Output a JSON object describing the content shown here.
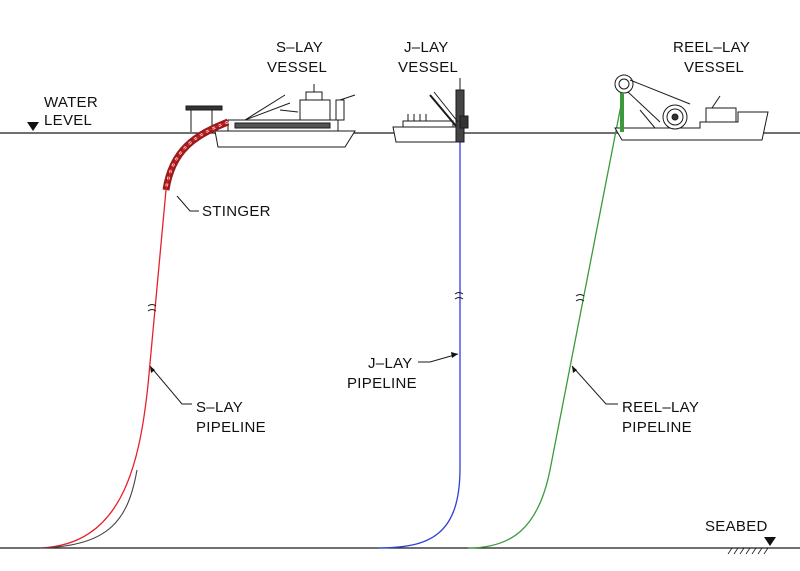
{
  "labels": {
    "water_level": [
      "WATER",
      "LEVEL"
    ],
    "seabed": "SEABED",
    "s_lay_vessel": [
      "S–LAY",
      "VESSEL"
    ],
    "j_lay_vessel": [
      "J–LAY",
      "VESSEL"
    ],
    "reel_lay_vessel": [
      "REEL–LAY",
      "VESSEL"
    ],
    "stinger": "STINGER",
    "s_lay_pipeline": [
      "S–LAY",
      "PIPELINE"
    ],
    "j_lay_pipeline": [
      "J–LAY",
      "PIPELINE"
    ],
    "reel_lay_pipeline": [
      "REEL–LAY",
      "PIPELINE"
    ]
  },
  "colors": {
    "line": "#1a1a1a",
    "s_lay_pipeline": "#e8202a",
    "j_lay_pipeline": "#2f3fd8",
    "reel_lay_pipeline": "#3c9a3c",
    "stinger": "#9b1b1b"
  },
  "icons": {
    "water_marker": "triangle-down-icon",
    "seabed_marker": "triangle-down-icon",
    "break_symbol": "pipe-break-icon"
  }
}
